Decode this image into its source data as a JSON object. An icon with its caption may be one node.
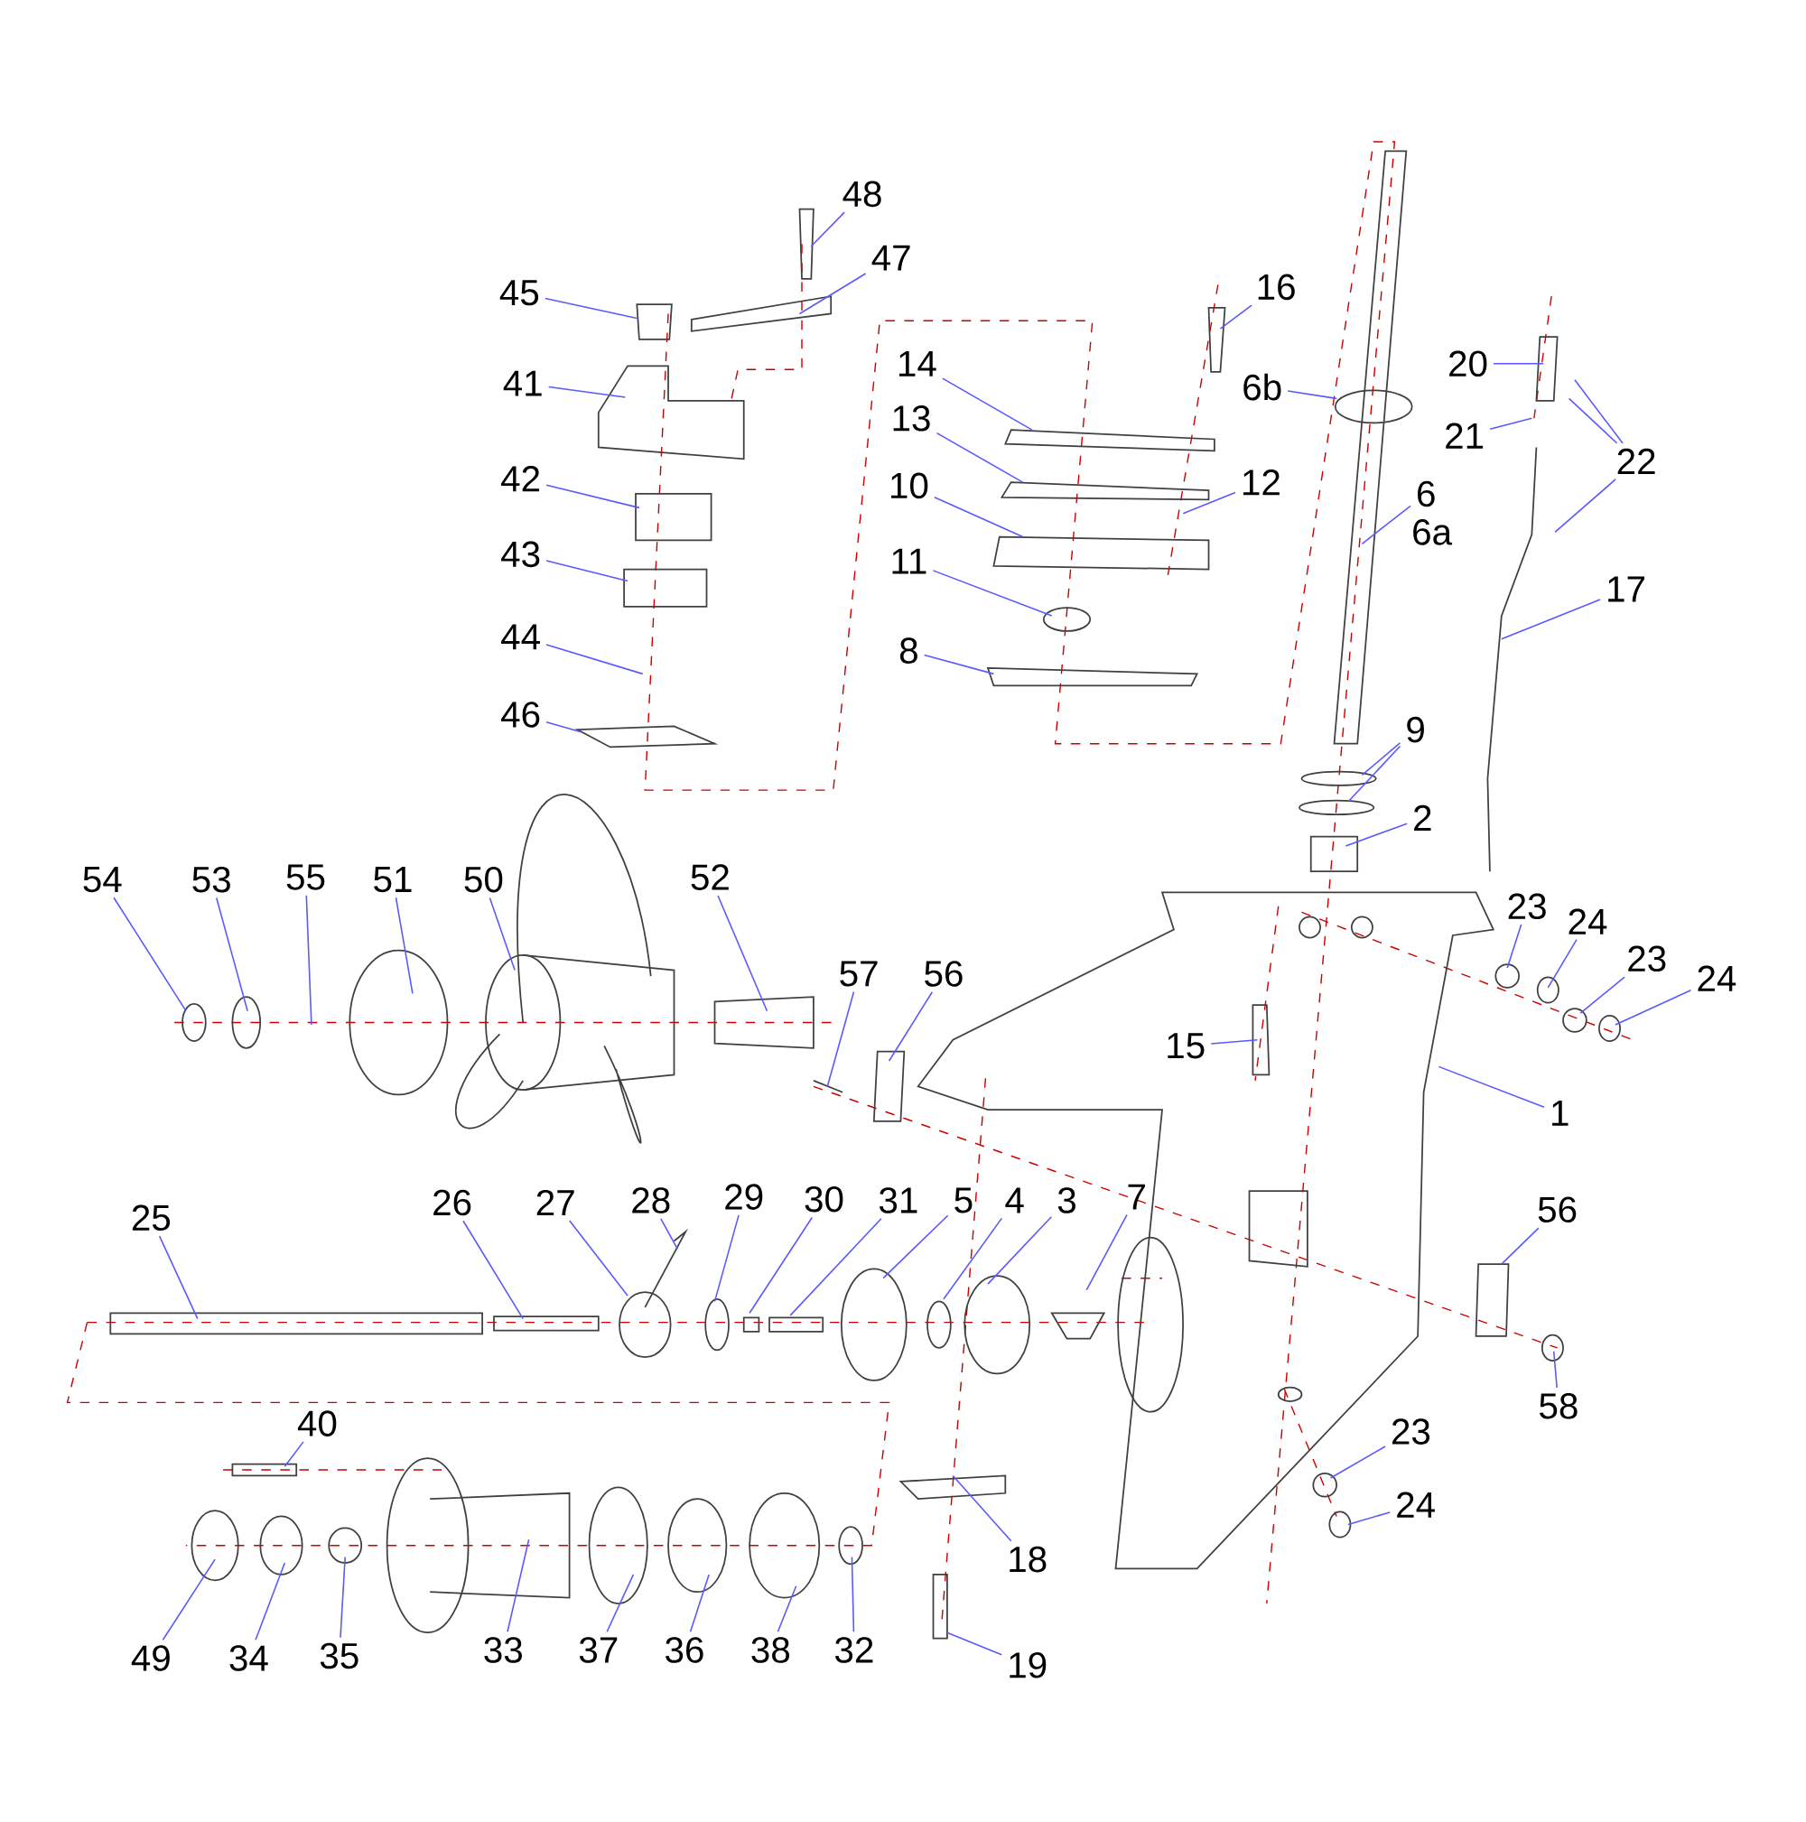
{
  "diagram": {
    "nodes": [
      {
        "text": [
          "54"
        ]
      },
      {
        "text": [
          "53"
        ]
      },
      {
        "text": [
          "55"
        ]
      },
      {
        "text": [
          "51"
        ]
      },
      {
        "text": [
          "50"
        ]
      },
      {
        "text": [
          "52"
        ]
      },
      {
        "text": [
          "57"
        ]
      },
      {
        "text": [
          "56"
        ]
      },
      {
        "text": [
          "45"
        ]
      },
      {
        "text": [
          "48"
        ]
      },
      {
        "text": [
          "47"
        ]
      },
      {
        "text": [
          "41"
        ]
      },
      {
        "text": [
          "42"
        ]
      },
      {
        "text": [
          "43"
        ]
      },
      {
        "text": [
          "44"
        ]
      },
      {
        "text": [
          "46"
        ]
      },
      {
        "text": [
          "14"
        ]
      },
      {
        "text": [
          "13"
        ]
      },
      {
        "text": [
          "10"
        ]
      },
      {
        "text": [
          "11"
        ]
      },
      {
        "text": [
          "8"
        ]
      },
      {
        "text": [
          "16"
        ]
      },
      {
        "text": [
          "6b"
        ]
      },
      {
        "text": [
          "12"
        ]
      },
      {
        "text": [
          "6"
        ]
      },
      {
        "text": [
          "20"
        ]
      },
      {
        "text": [
          "21"
        ]
      },
      {
        "text": [
          "22"
        ]
      },
      {
        "text": [
          "17"
        ]
      },
      {
        "text": [
          "9"
        ]
      },
      {
        "text": [
          "2"
        ]
      },
      {
        "text": [
          "23"
        ]
      },
      {
        "text": [
          "24"
        ]
      },
      {
        "text": [
          "23"
        ]
      },
      {
        "text": [
          "24"
        ]
      },
      {
        "text": [
          "15"
        ]
      },
      {
        "text": [
          "1"
        ]
      },
      {
        "text": [
          "25"
        ]
      },
      {
        "text": [
          "26"
        ]
      },
      {
        "text": [
          "27"
        ]
      },
      {
        "text": [
          "28"
        ]
      },
      {
        "text": [
          "29"
        ]
      },
      {
        "text": [
          "30"
        ]
      },
      {
        "text": [
          "31"
        ]
      },
      {
        "text": [
          "5"
        ]
      },
      {
        "text": [
          "4"
        ]
      },
      {
        "text": [
          "3"
        ]
      },
      {
        "text": [
          "7"
        ]
      },
      {
        "text": [
          "56"
        ]
      },
      {
        "text": [
          "58"
        ]
      },
      {
        "text": [
          "40"
        ]
      },
      {
        "text": [
          "23"
        ]
      },
      {
        "text": [
          "24"
        ]
      },
      {
        "text": [
          "18"
        ]
      },
      {
        "text": [
          "19"
        ]
      },
      {
        "text": [
          "49"
        ]
      },
      {
        "text": [
          "34"
        ]
      },
      {
        "text": [
          "35"
        ]
      },
      {
        "text": [
          "33"
        ]
      },
      {
        "text": [
          "37"
        ]
      },
      {
        "text": [
          "36"
        ]
      },
      {
        "text": [
          "38"
        ]
      },
      {
        "text": [
          "32"
        ]
      }
    ],
    "edges": [
      {
        "from": 0,
        "to": null,
        "arrow": "none"
      },
      {
        "from": 1,
        "to": null,
        "arrow": "none"
      },
      {
        "from": 2,
        "to": null,
        "arrow": "none"
      },
      {
        "from": 3,
        "to": null,
        "arrow": "none"
      },
      {
        "from": 4,
        "to": null,
        "arrow": "none"
      },
      {
        "from": 5,
        "to": null,
        "arrow": "none"
      },
      {
        "from": 6,
        "to": null,
        "arrow": "none"
      },
      {
        "from": 7,
        "to": null,
        "arrow": "none"
      },
      {
        "from": 8,
        "to": null,
        "arrow": "none"
      },
      {
        "from": 9,
        "to": null,
        "arrow": "none"
      },
      {
        "from": 10,
        "to": null,
        "arrow": "none"
      },
      {
        "from": 11,
        "to": null,
        "arrow": "none"
      },
      {
        "from": 12,
        "to": null,
        "arrow": "none"
      },
      {
        "from": 13,
        "to": null,
        "arrow": "none"
      },
      {
        "from": 14,
        "to": null,
        "arrow": "none"
      },
      {
        "from": 15,
        "to": null,
        "arrow": "none"
      },
      {
        "from": 16,
        "to": null,
        "arrow": "none"
      },
      {
        "from": 17,
        "to": null,
        "arrow": "none"
      },
      {
        "from": 18,
        "to": null,
        "arrow": "none"
      },
      {
        "from": 19,
        "to": null,
        "arrow": "none"
      },
      {
        "from": 20,
        "to": null,
        "arrow": "none"
      },
      {
        "from": 21,
        "to": null,
        "arrow": "none"
      },
      {
        "from": 22,
        "to": null,
        "arrow": "none"
      },
      {
        "from": 23,
        "to": null,
        "arrow": "none"
      },
      {
        "from": 24,
        "to": null,
        "arrow": "none"
      },
      {
        "from": 25,
        "to": null,
        "arrow": "none"
      },
      {
        "from": 26,
        "to": null,
        "arrow": "none"
      },
      {
        "from": 27,
        "to": null,
        "arrow": "none"
      },
      {
        "from": 27,
        "to": null,
        "arrow": "none"
      },
      {
        "from": 27,
        "to": null,
        "arrow": "none"
      },
      {
        "from": 28,
        "to": null,
        "arrow": "none"
      },
      {
        "from": 29,
        "to": null,
        "arrow": "none"
      },
      {
        "from": 29,
        "to": null,
        "arrow": "none"
      },
      {
        "from": 30,
        "to": null,
        "arrow": "none"
      },
      {
        "from": 31,
        "to": null,
        "arrow": "none"
      },
      {
        "from": 32,
        "to": null,
        "arrow": "none"
      },
      {
        "from": 33,
        "to": null,
        "arrow": "none"
      },
      {
        "from": 34,
        "to": null,
        "arrow": "none"
      },
      {
        "from": 35,
        "to": null,
        "arrow": "none"
      },
      {
        "from": 36,
        "to": null,
        "arrow": "none"
      },
      {
        "from": 37,
        "to": null,
        "arrow": "none"
      },
      {
        "from": 38,
        "to": null,
        "arrow": "none"
      },
      {
        "from": 39,
        "to": null,
        "arrow": "none"
      },
      {
        "from": 40,
        "to": null,
        "arrow": "none"
      },
      {
        "from": 41,
        "to": null,
        "arrow": "none"
      },
      {
        "from": 42,
        "to": null,
        "arrow": "none"
      },
      {
        "from": 43,
        "to": null,
        "arrow": "none"
      },
      {
        "from": 44,
        "to": null,
        "arrow": "none"
      },
      {
        "from": 45,
        "to": null,
        "arrow": "none"
      },
      {
        "from": 46,
        "to": null,
        "arrow": "none"
      },
      {
        "from": 47,
        "to": null,
        "arrow": "none"
      },
      {
        "from": 48,
        "to": null,
        "arrow": "none"
      },
      {
        "from": 49,
        "to": null,
        "arrow": "none"
      },
      {
        "from": 50,
        "to": null,
        "arrow": "none"
      },
      {
        "from": 51,
        "to": null,
        "arrow": "none"
      },
      {
        "from": 52,
        "to": null,
        "arrow": "none"
      },
      {
        "from": 53,
        "to": null,
        "arrow": "none"
      },
      {
        "from": 54,
        "to": null,
        "arrow": "none"
      },
      {
        "from": 55,
        "to": null,
        "arrow": "none"
      },
      {
        "from": 56,
        "to": null,
        "arrow": "none"
      },
      {
        "from": 57,
        "to": null,
        "arrow": "none"
      },
      {
        "from": 58,
        "to": null,
        "arrow": "none"
      },
      {
        "from": 59,
        "to": null,
        "arrow": "none"
      },
      {
        "from": 60,
        "to": null,
        "arrow": "none"
      },
      {
        "from": 61,
        "to": null,
        "arrow": "none"
      },
      {
        "from": 62,
        "to": null,
        "arrow": "none"
      }
    ],
    "labels": [
      "6a"
    ]
  }
}
